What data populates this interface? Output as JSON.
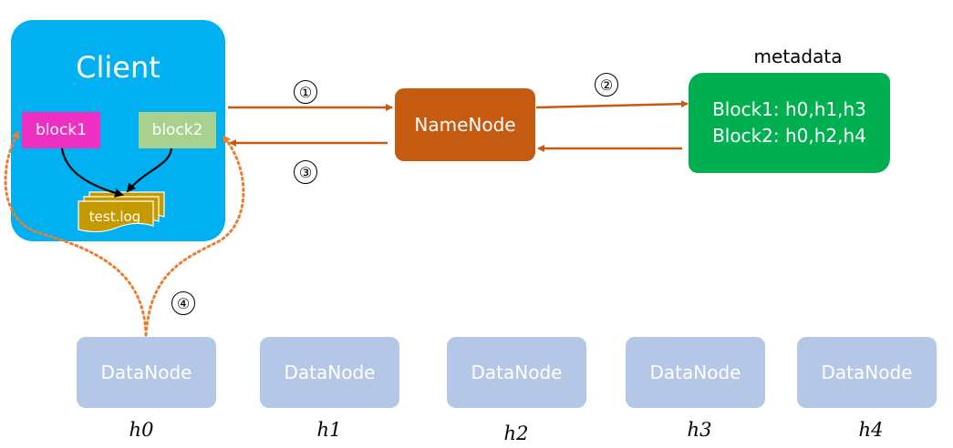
{
  "client": {
    "title": "Client",
    "block1": "block1",
    "block2": "block2",
    "file": "test.log"
  },
  "namenode": {
    "label": "NameNode"
  },
  "metadata": {
    "title": "metadata",
    "lines": [
      "Block1: h0,h1,h3",
      "Block2: h0,h2,h4"
    ]
  },
  "steps": [
    "①",
    "②",
    "③",
    "④"
  ],
  "datanodes": [
    {
      "label": "DataNode",
      "host": "h0"
    },
    {
      "label": "DataNode",
      "host": "h1"
    },
    {
      "label": "DataNode",
      "host": "h2"
    },
    {
      "label": "DataNode",
      "host": "h3"
    },
    {
      "label": "DataNode",
      "host": "h4"
    }
  ],
  "colors": {
    "client": "#00b0f0",
    "block1": "#ee30c2",
    "block2": "#a9d18e",
    "file": "#c49a00",
    "namenode": "#c55a11",
    "metadata": "#00b050",
    "datanode": "#b4c7e7",
    "arrow": "#c55a11",
    "dotted": "#ed7d31"
  }
}
